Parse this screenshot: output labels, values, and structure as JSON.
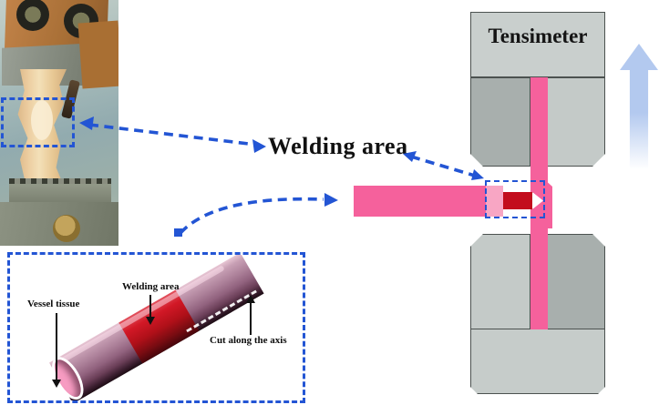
{
  "title": {
    "welding_area": "Welding area"
  },
  "tensimeter": {
    "label": "Tensimeter"
  },
  "vessel_box": {
    "vessel_tissue": "Vessel tissue",
    "welding_area": "Welding area",
    "cut_along_axis": "Cut along the axis"
  },
  "colors": {
    "strip_pink": "#f5619c",
    "overlap_light_pink": "#f8a6c4",
    "weld_red": "#c30d1d",
    "dashed_blue": "#2355d4",
    "pull_arrow_blue": "#b3c9ef",
    "clamp_gray_light": "#c4cac8",
    "clamp_gray_dark": "#a8afad",
    "frame_gray": "#c9cfcd",
    "vessel_mauve": "#ab7f98",
    "vessel_cap_pink": "#f79cc2"
  }
}
